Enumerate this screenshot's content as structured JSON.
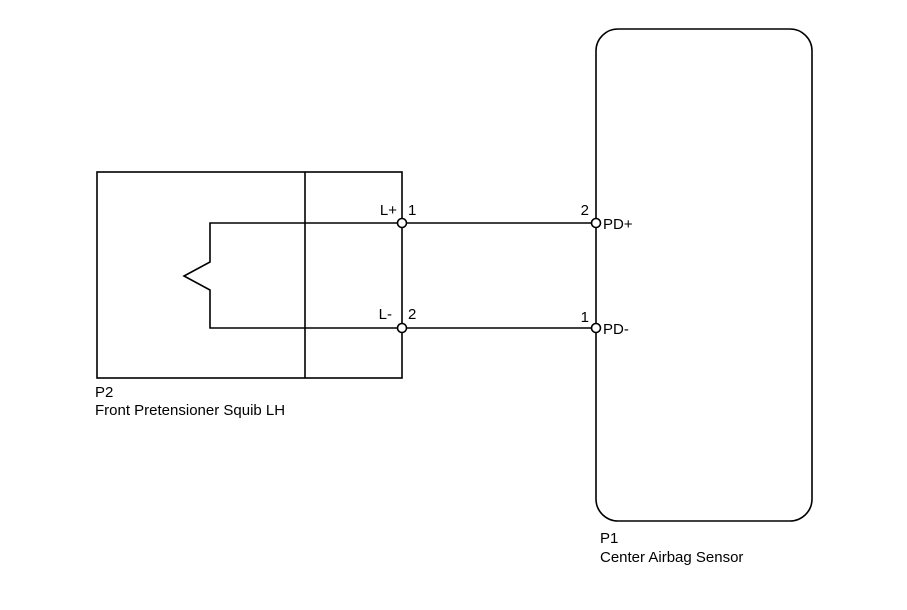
{
  "components": {
    "squib": {
      "code": "P2",
      "name": "Front Pretensioner Squib LH",
      "terminals": [
        {
          "pin": "1",
          "signal": "L+"
        },
        {
          "pin": "2",
          "signal": "L-"
        }
      ]
    },
    "sensor": {
      "code": "P1",
      "name": "Center Airbag Sensor",
      "terminals": [
        {
          "pin": "2",
          "signal": "PD+"
        },
        {
          "pin": "1",
          "signal": "PD-"
        }
      ]
    }
  },
  "connections": [
    {
      "from": "P2-1 (L+)",
      "to": "P1-2 (PD+)"
    },
    {
      "from": "P2-2 (L-)",
      "to": "P1-1 (PD-)"
    }
  ],
  "colors": {
    "line": "#000000",
    "background": "#ffffff"
  }
}
